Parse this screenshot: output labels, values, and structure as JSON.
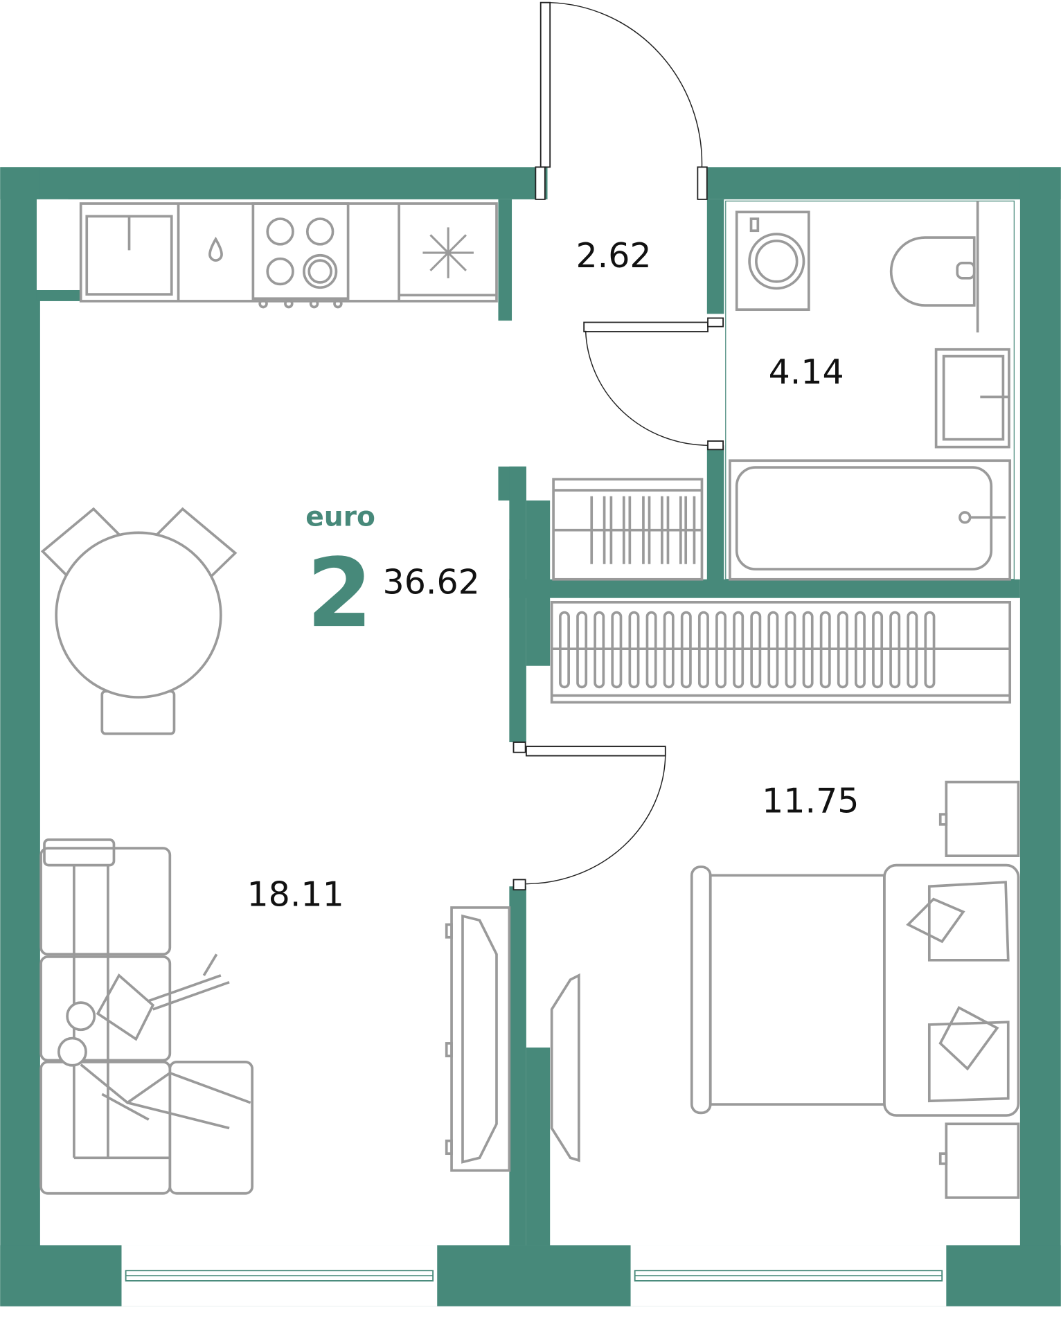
{
  "colors": {
    "wall": "#47897a",
    "furniture": "#9a9a9a"
  },
  "plan": {
    "type_label": "euro",
    "rooms_count": "2",
    "total_area": "36.62",
    "rooms": [
      {
        "name": "hall",
        "area": "2.62"
      },
      {
        "name": "bathroom",
        "area": "4.14"
      },
      {
        "name": "bedroom",
        "area": "11.75"
      },
      {
        "name": "living-kitchen",
        "area": "18.11"
      }
    ]
  }
}
